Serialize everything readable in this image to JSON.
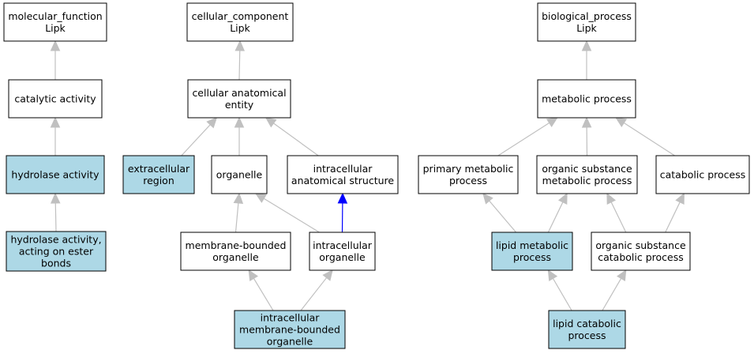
{
  "colors": {
    "highlight_fill": "#add8e6",
    "plain_fill": "#ffffff",
    "edge_default": "#c0c0c0",
    "edge_part_of": "#0000ff"
  },
  "nodes": [
    {
      "id": "mf_root",
      "lines": [
        "molecular_function",
        "Lipk"
      ],
      "highlight": false
    },
    {
      "id": "catalytic",
      "lines": [
        "catalytic activity"
      ],
      "highlight": false
    },
    {
      "id": "hydrolase",
      "lines": [
        "hydrolase activity"
      ],
      "highlight": true
    },
    {
      "id": "hydrolase_ester",
      "lines": [
        "hydrolase activity,",
        "acting on ester",
        "bonds"
      ],
      "highlight": true
    },
    {
      "id": "cc_root",
      "lines": [
        "cellular_component",
        "Lipk"
      ],
      "highlight": false
    },
    {
      "id": "cae",
      "lines": [
        "cellular anatomical",
        "entity"
      ],
      "highlight": false
    },
    {
      "id": "extracellular",
      "lines": [
        "extracellular",
        "region"
      ],
      "highlight": true
    },
    {
      "id": "organelle",
      "lines": [
        "organelle"
      ],
      "highlight": false
    },
    {
      "id": "ias",
      "lines": [
        "intracellular",
        "anatomical structure"
      ],
      "highlight": false
    },
    {
      "id": "mbo",
      "lines": [
        "membrane-bounded",
        "organelle"
      ],
      "highlight": false
    },
    {
      "id": "io",
      "lines": [
        "intracellular",
        "organelle"
      ],
      "highlight": false
    },
    {
      "id": "imbo",
      "lines": [
        "intracellular",
        "membrane-bounded",
        "organelle"
      ],
      "highlight": true
    },
    {
      "id": "bp_root",
      "lines": [
        "biological_process",
        "Lipk"
      ],
      "highlight": false
    },
    {
      "id": "metabolic",
      "lines": [
        "metabolic process"
      ],
      "highlight": false
    },
    {
      "id": "primary",
      "lines": [
        "primary metabolic",
        "process"
      ],
      "highlight": false
    },
    {
      "id": "osmp",
      "lines": [
        "organic substance",
        "metabolic process"
      ],
      "highlight": false
    },
    {
      "id": "catabolic",
      "lines": [
        "catabolic process"
      ],
      "highlight": false
    },
    {
      "id": "lipid_met",
      "lines": [
        "lipid metabolic",
        "process"
      ],
      "highlight": true
    },
    {
      "id": "oscp",
      "lines": [
        "organic substance",
        "catabolic process"
      ],
      "highlight": false
    },
    {
      "id": "lipid_cat",
      "lines": [
        "lipid catabolic",
        "process"
      ],
      "highlight": true
    }
  ],
  "edges": [
    {
      "from": "catalytic",
      "to": "mf_root",
      "kind": "is_a"
    },
    {
      "from": "hydrolase",
      "to": "catalytic",
      "kind": "is_a"
    },
    {
      "from": "hydrolase_ester",
      "to": "hydrolase",
      "kind": "is_a"
    },
    {
      "from": "cae",
      "to": "cc_root",
      "kind": "is_a"
    },
    {
      "from": "extracellular",
      "to": "cae",
      "kind": "is_a"
    },
    {
      "from": "organelle",
      "to": "cae",
      "kind": "is_a"
    },
    {
      "from": "ias",
      "to": "cae",
      "kind": "is_a"
    },
    {
      "from": "mbo",
      "to": "organelle",
      "kind": "is_a"
    },
    {
      "from": "io",
      "to": "organelle",
      "kind": "is_a"
    },
    {
      "from": "io",
      "to": "ias",
      "kind": "part_of"
    },
    {
      "from": "imbo",
      "to": "mbo",
      "kind": "is_a"
    },
    {
      "from": "imbo",
      "to": "io",
      "kind": "is_a"
    },
    {
      "from": "metabolic",
      "to": "bp_root",
      "kind": "is_a"
    },
    {
      "from": "primary",
      "to": "metabolic",
      "kind": "is_a"
    },
    {
      "from": "osmp",
      "to": "metabolic",
      "kind": "is_a"
    },
    {
      "from": "catabolic",
      "to": "metabolic",
      "kind": "is_a"
    },
    {
      "from": "lipid_met",
      "to": "primary",
      "kind": "is_a"
    },
    {
      "from": "lipid_met",
      "to": "osmp",
      "kind": "is_a"
    },
    {
      "from": "oscp",
      "to": "osmp",
      "kind": "is_a"
    },
    {
      "from": "oscp",
      "to": "catabolic",
      "kind": "is_a"
    },
    {
      "from": "lipid_cat",
      "to": "lipid_met",
      "kind": "is_a"
    },
    {
      "from": "lipid_cat",
      "to": "oscp",
      "kind": "is_a"
    }
  ]
}
